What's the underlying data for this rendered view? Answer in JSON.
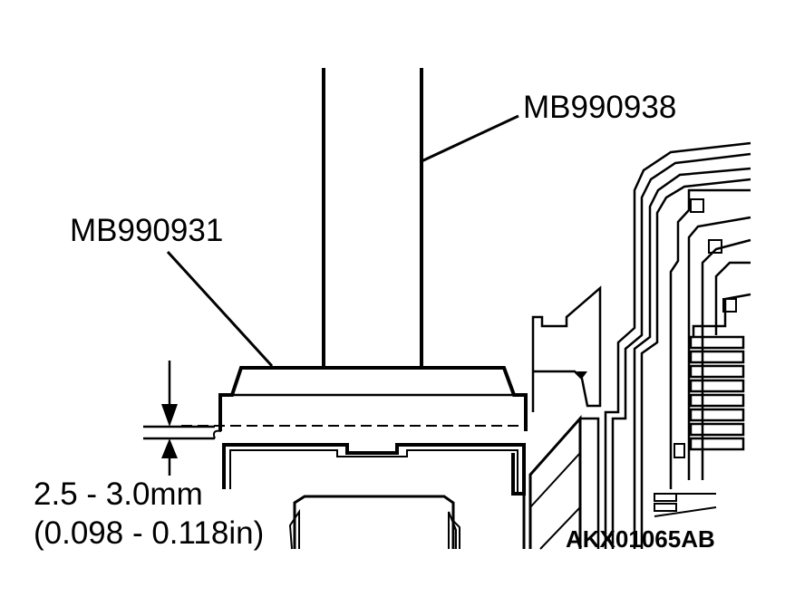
{
  "labels": {
    "tool_upper": "MB990938",
    "tool_lower": "MB990931",
    "dimension_mm": "2.5 - 3.0mm",
    "dimension_in": "(0.098 - 0.118in)",
    "figure_code": "AKX01065AB"
  },
  "colors": {
    "line": "#000000",
    "background": "#ffffff"
  }
}
